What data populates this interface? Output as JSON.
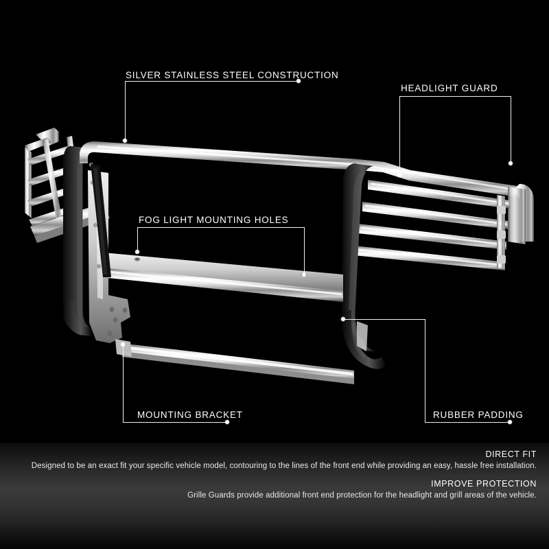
{
  "product": {
    "name": "stainless-steel-grille-guard",
    "background_color": "#000000",
    "chrome_color": "#d9d9d9",
    "rubber_color": "#1a1a1a"
  },
  "callouts": [
    {
      "id": "silver-stainless-steel-construction",
      "label": "SILVER STAINLESS STEEL CONSTRUCTION"
    },
    {
      "id": "headlight-guard",
      "label": "HEADLIGHT GUARD"
    },
    {
      "id": "fog-light-mounting-holes",
      "label": "FOG LIGHT MOUNTING HOLES"
    },
    {
      "id": "mounting-bracket",
      "label": "MOUNTING BRACKET"
    },
    {
      "id": "rubber-padding",
      "label": "RUBBER PADDING"
    }
  ],
  "features": [
    {
      "id": "direct-fit",
      "title": "DIRECT FIT",
      "description": "Designed to be an exact fit your specific vehicle model, contouring to the lines of the front end while providing an easy, hassle free installation."
    },
    {
      "id": "improve-protection",
      "title": "IMPROVE PROTECTION",
      "description": "Grille Guards provide additional front end protection for the headlight and grill areas of the vehicle."
    }
  ]
}
